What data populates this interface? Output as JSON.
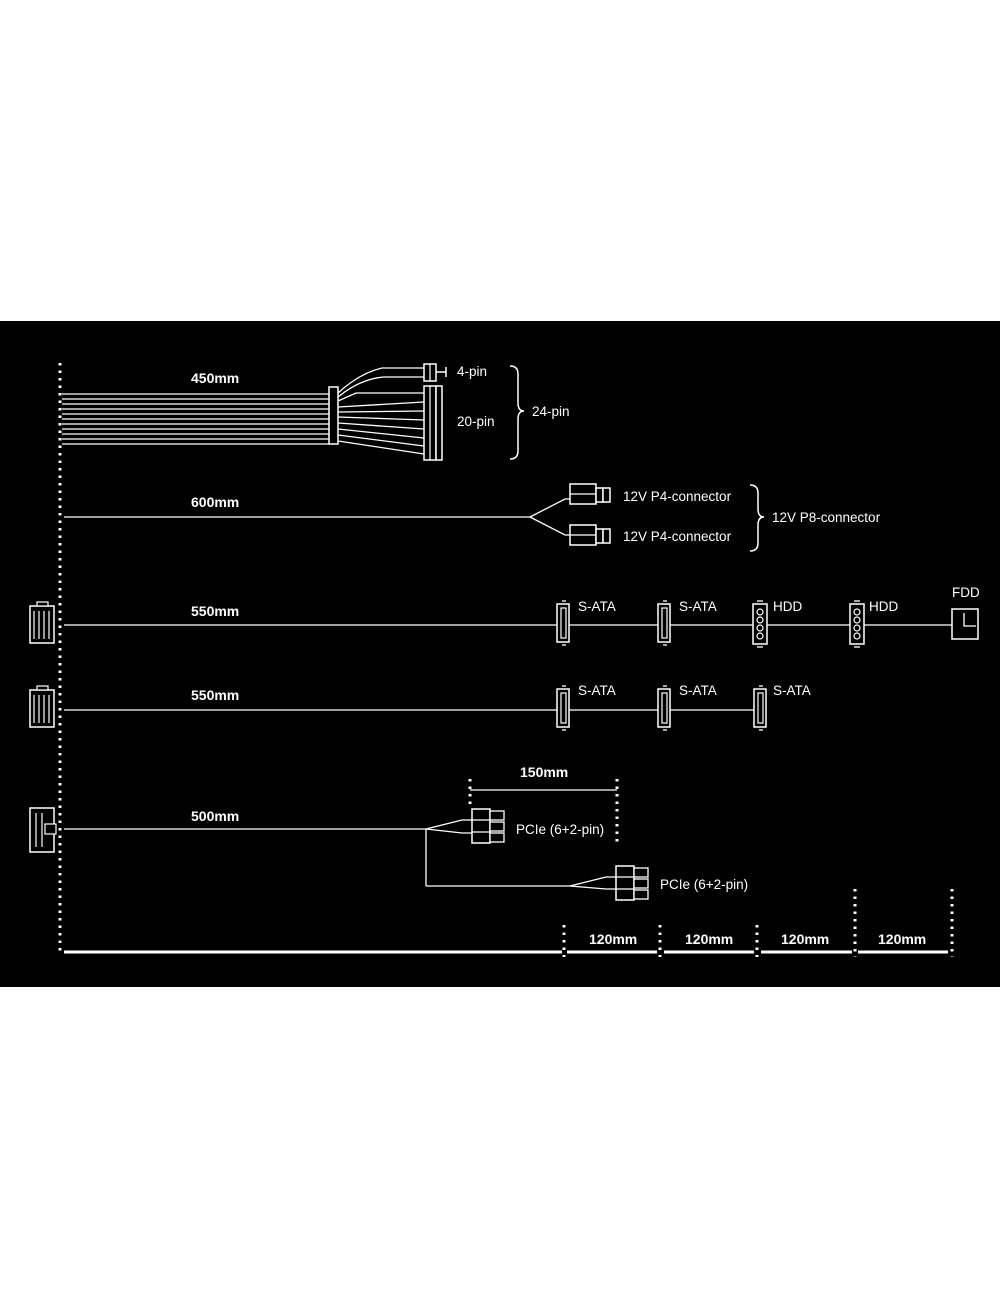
{
  "colors": {
    "background": "#000000",
    "foreground": "#ffffff",
    "page": "#ffffff"
  },
  "cables": {
    "atx": {
      "length": "450mm",
      "pin4_label": "4-pin",
      "pin20_label": "20-pin",
      "pin24_label": "24-pin"
    },
    "cpu": {
      "length": "600mm",
      "p4_label_a": "12V P4-connector",
      "p4_label_b": "12V P4-connector",
      "p8_label": "12V P8-connector"
    },
    "peripheral_1": {
      "length": "550mm",
      "connectors": [
        "S-ATA",
        "S-ATA",
        "HDD",
        "HDD",
        "FDD"
      ]
    },
    "peripheral_2": {
      "length": "550mm",
      "connectors": [
        "S-ATA",
        "S-ATA",
        "S-ATA"
      ]
    },
    "pcie": {
      "length": "500mm",
      "split_length": "150mm",
      "connector_a": "PCIe (6+2-pin)",
      "connector_b": "PCIe (6+2-pin)"
    }
  },
  "spacing_scale": [
    "120mm",
    "120mm",
    "120mm",
    "120mm"
  ]
}
